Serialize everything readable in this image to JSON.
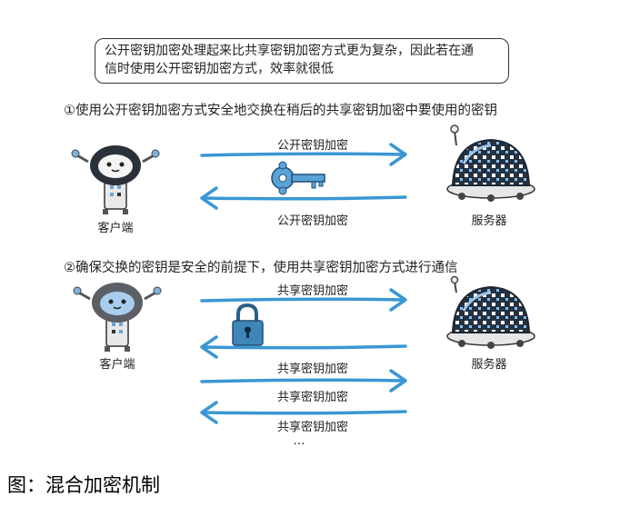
{
  "intro_note": {
    "line1": "公开密钥加密处理起来比共享密钥加密方式更为复杂，因此若在通",
    "line2": "信时使用公开密钥加密方式，效率就很低"
  },
  "step1": {
    "title": "①使用公开密钥加密方式安全地交换在稍后的共享密钥加密中要使用的密钥",
    "arrow_top_label": "公开密钥加密",
    "arrow_bottom_label": "公开密钥加密",
    "client_label": "客户端",
    "server_label": "服务器"
  },
  "step2": {
    "title": "②确保交换的密钥是安全的前提下，使用共享密钥加密方式进行通信",
    "arrow_labels": [
      "共享密钥加密",
      "共享密钥加密",
      "共享密钥加密",
      "共享密钥加密"
    ],
    "ellipsis": "…",
    "client_label": "客户端",
    "server_label": "服务器"
  },
  "caption": "图：混合加密机制",
  "colors": {
    "arrow_blue": "#3a97d4",
    "robot_dark": "#2b3138",
    "robot_light_blue": "#9fc6e8",
    "key_blue": "#5aa3d6",
    "lock_blue": "#3e86b5"
  },
  "icons": {
    "client_robot": "client-robot-icon",
    "server_robot": "server-robot-icon",
    "key": "key-icon",
    "lock": "padlock-icon"
  }
}
